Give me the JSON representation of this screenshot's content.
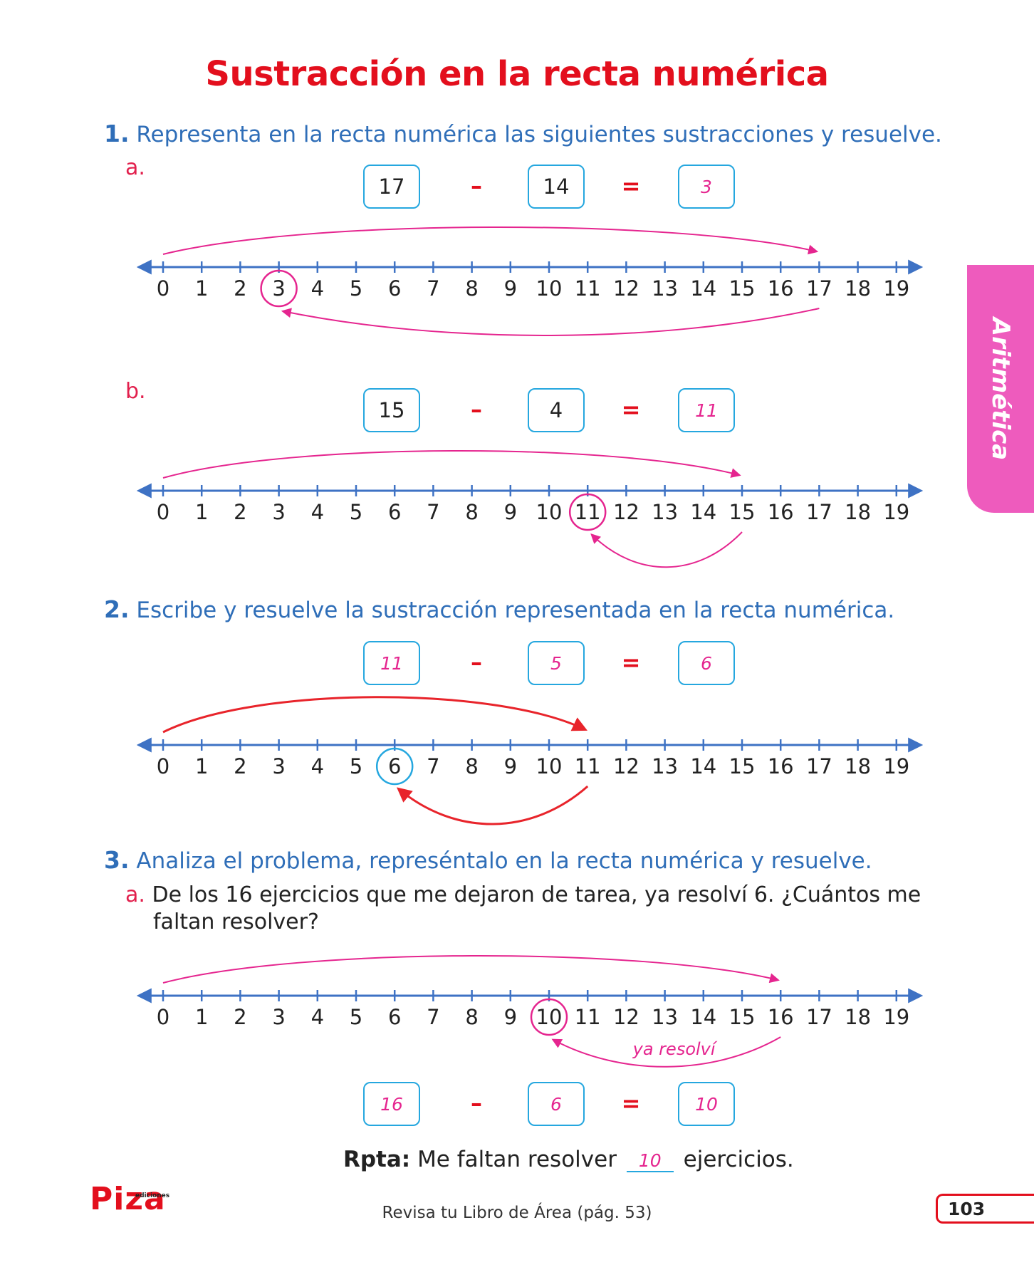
{
  "title": "Sustracción en la recta numérica",
  "colors": {
    "title": "#e30f1d",
    "instructions": "#2f6eb8",
    "box_border": "#25a7df",
    "answer": "#e5258f",
    "arc_red": "#e8242b",
    "tab": "#ee5bbd"
  },
  "side_tab": {
    "label": "Aritmética"
  },
  "number_line_ticks": [
    "0",
    "1",
    "2",
    "3",
    "4",
    "5",
    "6",
    "7",
    "8",
    "9",
    "10",
    "11",
    "12",
    "13",
    "14",
    "15",
    "16",
    "17",
    "18",
    "19"
  ],
  "exercise1": {
    "number": "1.",
    "instruction": "Representa en la recta numérica las siguientes sustracciones y resuelve.",
    "a": {
      "letter": "a.",
      "minuend": "17",
      "subtrahend": "14",
      "minus": "–",
      "equals": "=",
      "result": "3",
      "start": 17,
      "subtract": 14,
      "circled": 3
    },
    "b": {
      "letter": "b.",
      "minuend": "15",
      "subtrahend": "4",
      "minus": "–",
      "equals": "=",
      "result": "11",
      "start": 15,
      "subtract": 4,
      "circled": 11
    }
  },
  "exercise2": {
    "number": "2.",
    "instruction": "Escribe y resuelve la sustracción representada en la recta numérica.",
    "minuend": "11",
    "subtrahend": "5",
    "minus": "–",
    "equals": "=",
    "result": "6",
    "start": 11,
    "subtract": 5,
    "circled": 6
  },
  "exercise3": {
    "number": "3.",
    "instruction": "Analiza el problema, represéntalo en la recta numérica y resuelve.",
    "a": {
      "letter": "a.",
      "problem_line1": "De los 16 ejercicios que me dejaron de tarea, ya resolví 6. ¿Cuántos me",
      "problem_line2": "faltan resolver?",
      "arc_label": "ya resolví",
      "minuend": "16",
      "subtrahend": "6",
      "minus": "–",
      "equals": "=",
      "result": "10",
      "start": 16,
      "subtract": 6,
      "circled": 10,
      "answer_prefix": "Rpta:",
      "answer_text_before": "Me faltan resolver",
      "answer_value": "10",
      "answer_text_after": "ejercicios."
    }
  },
  "footer": {
    "logo": "Piza",
    "logo_sub": "ediciones",
    "note": "Revisa tu Libro de Área (pág. 53)",
    "page_number": "103"
  }
}
